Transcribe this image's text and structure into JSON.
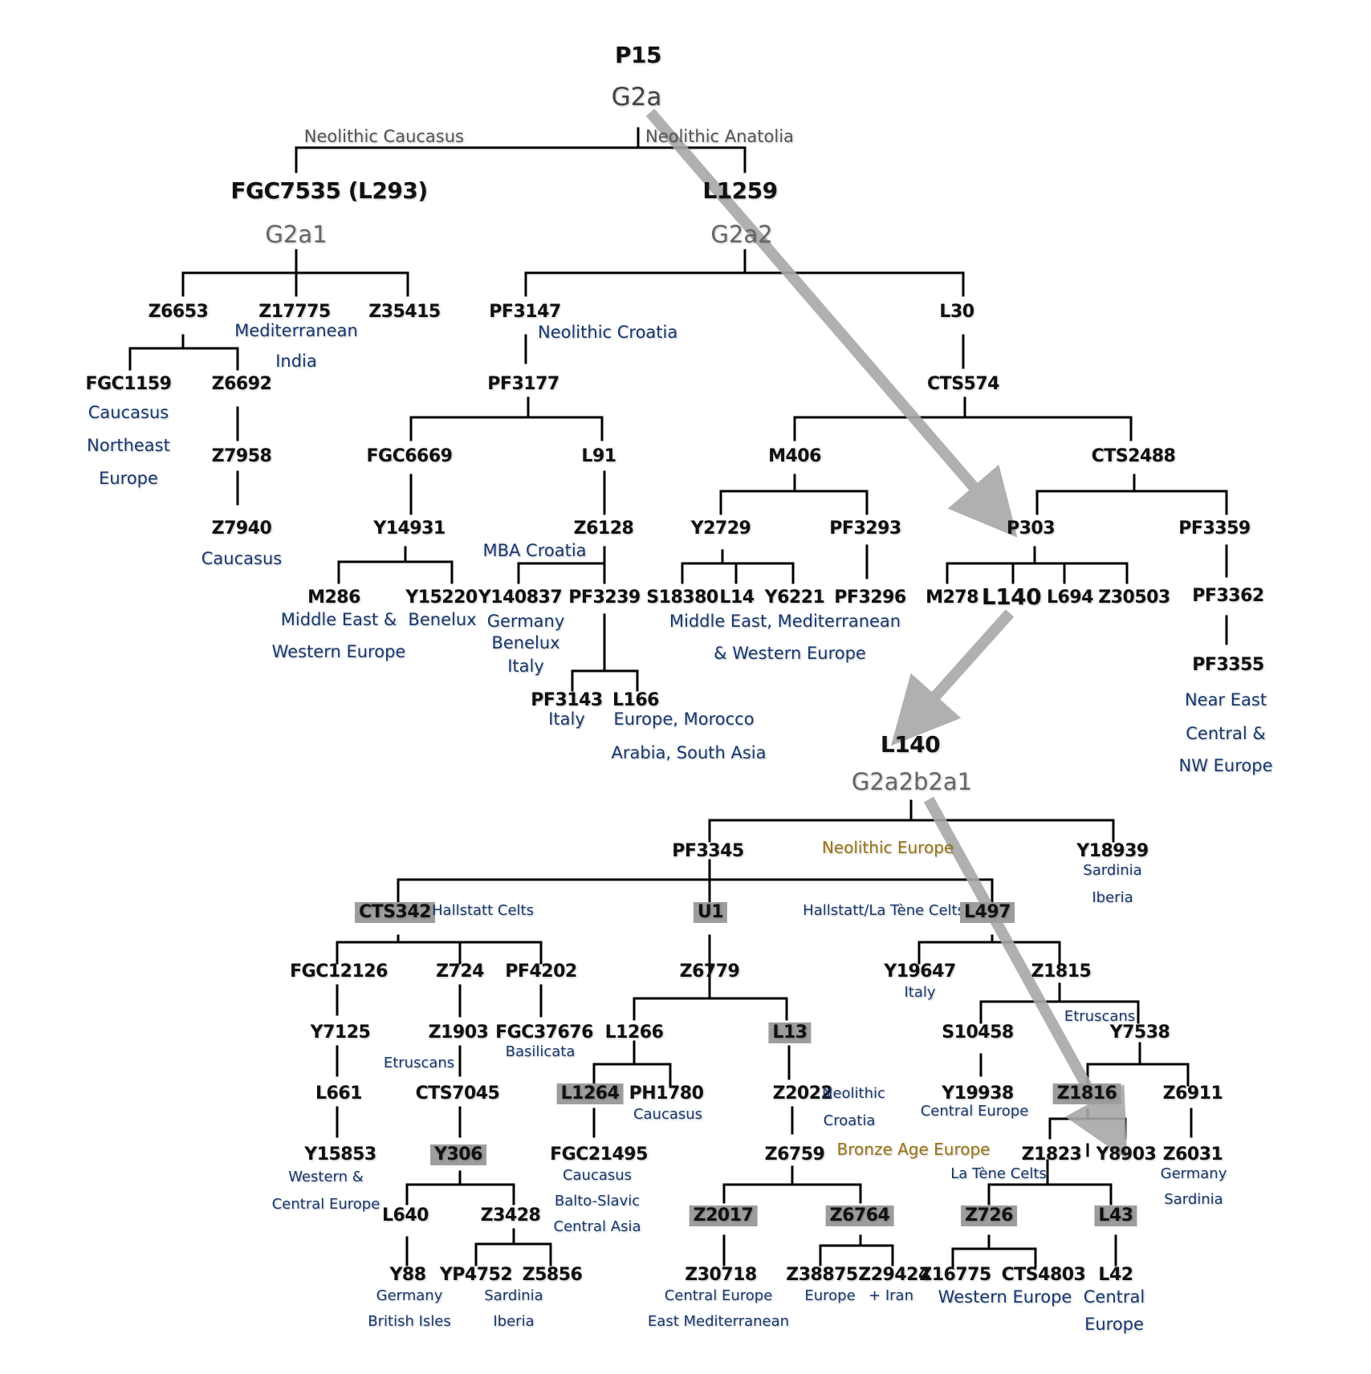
{
  "colors": {
    "line": "#000000",
    "snp": "#111111",
    "haplogroup": "#666666",
    "region": "#17386f",
    "era_gray": "#555555",
    "era_gold": "#9a7413",
    "highlight_box": "#9d9d9d",
    "arrow": "#a8a8a8"
  },
  "root": {
    "snp": "P15",
    "haplogroup": "G2a"
  },
  "branch_eras": {
    "left": "Neolithic Caucasus",
    "right": "Neolithic Anatolia"
  },
  "g2a1": {
    "snp": "FGC7535 (L293)",
    "haplogroup": "G2a1",
    "z6653": "Z6653",
    "z17775": "Z17775",
    "z17775_r1": "Mediterranean",
    "z17775_r2": "India",
    "z35415": "Z35415",
    "fgc1159": "FGC1159",
    "fgc1159_r1": "Caucasus",
    "fgc1159_r2": "Northeast",
    "fgc1159_r3": "Europe",
    "z6692": "Z6692",
    "z7958": "Z7958",
    "z7940": "Z7940",
    "z7940_r": "Caucasus"
  },
  "g2a2": {
    "snp": "L1259",
    "haplogroup": "G2a2",
    "pf3147": "PF3147",
    "pf3147_era": "Neolithic Croatia",
    "pf3177": "PF3177",
    "fgc6669": "FGC6669",
    "l91": "L91",
    "y14931": "Y14931",
    "z6128": "Z6128",
    "z6128_era": "MBA Croatia",
    "m286": "M286",
    "m286_r1": "Middle East &",
    "m286_r2": "Western Europe",
    "y15220": "Y15220",
    "y15220_r": "Benelux",
    "y140837": "Y140837",
    "y140837_r1": "Germany",
    "y140837_r2": "Benelux",
    "y140837_r3": "Italy",
    "pf3239": "PF3239",
    "pf3143": "PF3143",
    "pf3143_r": "Italy",
    "l166": "L166",
    "l166_r1": "Europe, Morocco",
    "l166_r2": "Arabia, South Asia",
    "l30": "L30",
    "cts574": "CTS574",
    "m406": "M406",
    "cts2488": "CTS2488",
    "y2729": "Y2729",
    "pf3293": "PF3293",
    "s18380": "S18380",
    "l14": "L14",
    "y6221": "Y6221",
    "pf3296": "PF3296",
    "m406_r1": "Middle East, Mediterranean",
    "m406_r2": "& Western Europe",
    "p303": "P303",
    "pf3359": "PF3359",
    "m278": "M278",
    "l140": "L140",
    "l694": "L694",
    "z30503": "Z30503",
    "pf3362": "PF3362",
    "pf3355": "PF3355",
    "pf3355_r1": "Near East",
    "pf3355_r2": "Central &",
    "pf3355_r3": "NW Europe"
  },
  "l140_tree": {
    "snp": "L140",
    "haplogroup": "G2a2b2a1",
    "pf3345": "PF3345",
    "era_neolithic_europe": "Neolithic Europe",
    "y18939": "Y18939",
    "y18939_r1": "Sardinia",
    "y18939_r2": "Iberia",
    "cts342": "CTS342",
    "cts342_era": "Hallstatt Celts",
    "u1": "U1",
    "l497_era": "Hallstatt/La Tène Celts",
    "l497": "L497",
    "fgc12126": "FGC12126",
    "z724": "Z724",
    "pf4202": "PF4202",
    "y7125": "Y7125",
    "l661": "L661",
    "y15853": "Y15853",
    "y15853_r1": "Western &",
    "y15853_r2": "Central Europe",
    "z1903": "Z1903",
    "etruscans_1": "Etruscans",
    "cts7045": "CTS7045",
    "y306": "Y306",
    "l640": "L640",
    "y88": "Y88",
    "y88_r1": "Germany",
    "y88_r2": "British Isles",
    "z3428": "Z3428",
    "yp4752": "YP4752",
    "z5856": "Z5856",
    "z3428_r1": "Sardinia",
    "z3428_r2": "Iberia",
    "fgc37676": "FGC37676",
    "fgc37676_r": "Basilicata",
    "z6779": "Z6779",
    "l1266": "L1266",
    "l13": "L13",
    "l1264": "L1264",
    "ph1780": "PH1780",
    "ph1780_r": "Caucasus",
    "fgc21495": "FGC21495",
    "fgc21495_r1": "Caucasus",
    "fgc21495_r2": "Balto-Slavic",
    "fgc21495_r3": "Central Asia",
    "z2022": "Z2022",
    "z2022_era1": "Neolithic",
    "z2022_era2": "Croatia",
    "z6759": "Z6759",
    "era_bronze_age": "Bronze Age Europe",
    "z2017": "Z2017",
    "z30718": "Z30718",
    "z30718_r1": "Central Europe",
    "z30718_r2": "East Mediterranean",
    "z6764": "Z6764",
    "z38875": "Z38875",
    "z29424": "Z29424",
    "z6764_r1": "Europe",
    "z6764_r2": "+ Iran",
    "y19647": "Y19647",
    "y19647_r": "Italy",
    "z1815": "Z1815",
    "etruscans_2": "Etruscans",
    "s10458": "S10458",
    "y19938": "Y19938",
    "y19938_r": "Central Europe",
    "y7538": "Y7538",
    "z1816": "Z1816",
    "z6911": "Z6911",
    "z1823": "Z1823",
    "y8903": "Y8903",
    "la_tene": "La Tène Celts",
    "z6031": "Z6031",
    "z6031_r1": "Germany",
    "z6031_r2": "Sardinia",
    "z726": "Z726",
    "z16775": "Z16775",
    "cts4803": "CTS4803",
    "z726_r": "Western Europe",
    "l43": "L43",
    "l42": "L42",
    "l42_r1": "Central",
    "l42_r2": "Europe"
  }
}
